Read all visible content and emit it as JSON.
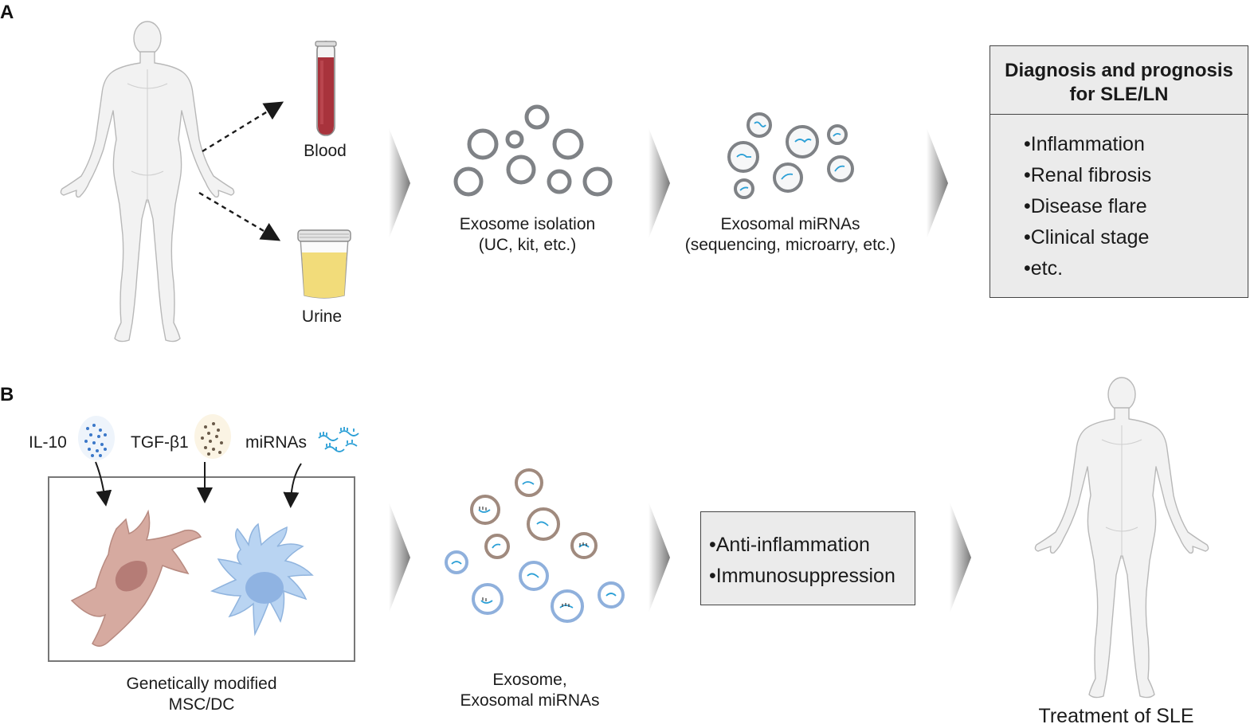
{
  "panel_a": {
    "letter": "A",
    "sample_blood": "Blood",
    "sample_urine": "Urine",
    "isolation_line1": "Exosome isolation",
    "isolation_line2": "(UC, kit, etc.)",
    "mirna_line1": "Exosomal miRNAs",
    "mirna_line2": "(sequencing, microarry, etc.)",
    "result_box": {
      "title_line1": "Diagnosis and prognosis",
      "title_line2": "for SLE/LN",
      "items": [
        "•Inflammation",
        "•Renal fibrosis",
        "•Disease flare",
        "•Clinical stage",
        "•etc."
      ]
    }
  },
  "panel_b": {
    "letter": "B",
    "inputs": [
      "IL-10",
      "TGF-β1",
      "miRNAs"
    ],
    "cells_line1": "Genetically modified",
    "cells_line2": "MSC/DC",
    "exosome_line1": "Exosome,",
    "exosome_line2": "Exosomal miRNAs",
    "effects": [
      "•Anti-inflammation",
      "•Immunosuppression"
    ],
    "treatment": "Treatment of SLE"
  },
  "colors": {
    "blood": "#a8333c",
    "urine": "#f2dc7a",
    "exosome_ring": "#7f8286",
    "mirna": "#2a9fd6",
    "msc": "#d6aaa0",
    "dc": "#b9d4f2",
    "brown_ring": "#a08a7e",
    "blue_ring": "#8fb0dc",
    "box_fill": "#ebebeb"
  }
}
